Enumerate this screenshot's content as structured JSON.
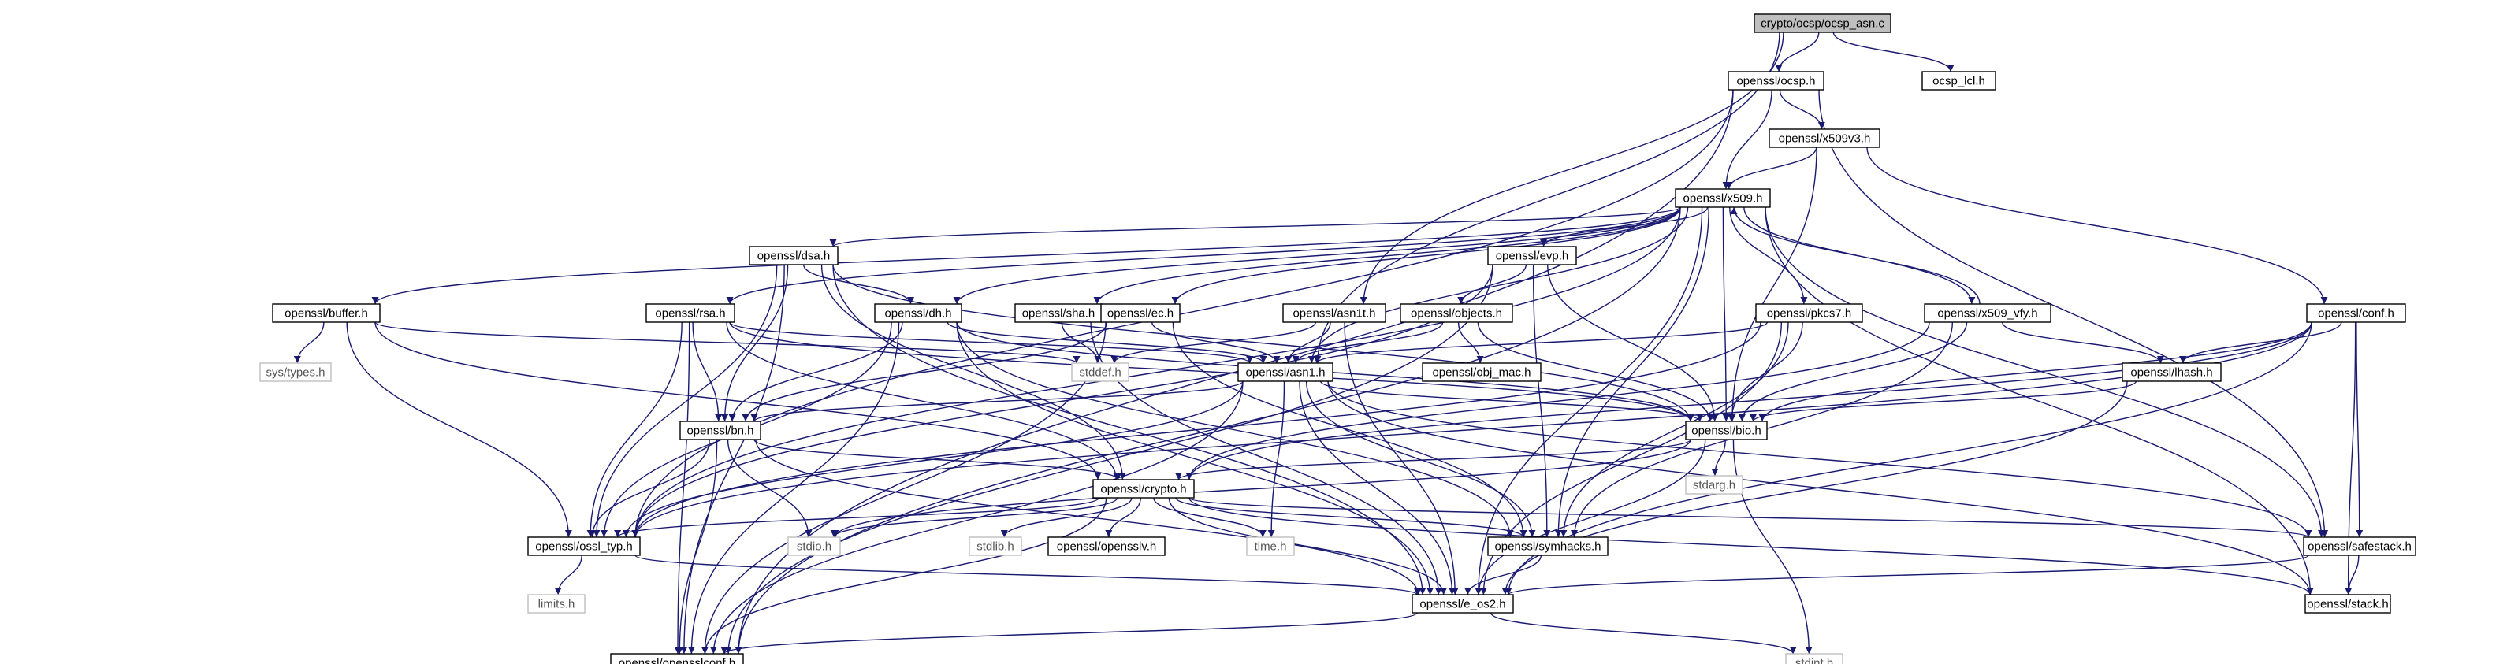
{
  "diagram": {
    "type": "include-dependency-graph",
    "colors": {
      "edge": "#191970",
      "root_fill": "#bfbfbf",
      "node_border": "#000000",
      "external_border": "#bfbfbf",
      "text": "#000000",
      "external_text": "#555555"
    },
    "nodes": [
      {
        "id": "root",
        "label": "crypto/ocsp/ocsp_asn.c",
        "kind": "root"
      },
      {
        "id": "ocsp",
        "label": "openssl/ocsp.h",
        "kind": "header"
      },
      {
        "id": "ocsp_lcl",
        "label": "ocsp_lcl.h",
        "kind": "header"
      },
      {
        "id": "x509v3",
        "label": "openssl/x509v3.h",
        "kind": "header"
      },
      {
        "id": "x509",
        "label": "openssl/x509.h",
        "kind": "header"
      },
      {
        "id": "dsa",
        "label": "openssl/dsa.h",
        "kind": "header"
      },
      {
        "id": "evp",
        "label": "openssl/evp.h",
        "kind": "header"
      },
      {
        "id": "buffer",
        "label": "openssl/buffer.h",
        "kind": "header"
      },
      {
        "id": "rsa",
        "label": "openssl/rsa.h",
        "kind": "header"
      },
      {
        "id": "dh",
        "label": "openssl/dh.h",
        "kind": "header"
      },
      {
        "id": "sha",
        "label": "openssl/sha.h",
        "kind": "header"
      },
      {
        "id": "ec",
        "label": "openssl/ec.h",
        "kind": "header"
      },
      {
        "id": "asn1t",
        "label": "openssl/asn1t.h",
        "kind": "header"
      },
      {
        "id": "objects",
        "label": "openssl/objects.h",
        "kind": "header"
      },
      {
        "id": "pkcs7",
        "label": "openssl/pkcs7.h",
        "kind": "header"
      },
      {
        "id": "x509_vfy",
        "label": "openssl/x509_vfy.h",
        "kind": "header"
      },
      {
        "id": "conf",
        "label": "openssl/conf.h",
        "kind": "header"
      },
      {
        "id": "systypes",
        "label": "sys/types.h",
        "kind": "external"
      },
      {
        "id": "stddef",
        "label": "stddef.h",
        "kind": "external"
      },
      {
        "id": "asn1",
        "label": "openssl/asn1.h",
        "kind": "header"
      },
      {
        "id": "obj_mac",
        "label": "openssl/obj_mac.h",
        "kind": "header"
      },
      {
        "id": "lhash",
        "label": "openssl/lhash.h",
        "kind": "header"
      },
      {
        "id": "bn",
        "label": "openssl/bn.h",
        "kind": "header"
      },
      {
        "id": "bio",
        "label": "openssl/bio.h",
        "kind": "header"
      },
      {
        "id": "stdarg",
        "label": "stdarg.h",
        "kind": "external"
      },
      {
        "id": "crypto",
        "label": "openssl/crypto.h",
        "kind": "header"
      },
      {
        "id": "ossl_typ",
        "label": "openssl/ossl_typ.h",
        "kind": "header"
      },
      {
        "id": "stdio",
        "label": "stdio.h",
        "kind": "external"
      },
      {
        "id": "stdlib",
        "label": "stdlib.h",
        "kind": "external"
      },
      {
        "id": "opensslv",
        "label": "openssl/opensslv.h",
        "kind": "header"
      },
      {
        "id": "time",
        "label": "time.h",
        "kind": "external"
      },
      {
        "id": "symhacks",
        "label": "openssl/symhacks.h",
        "kind": "header"
      },
      {
        "id": "safestack",
        "label": "openssl/safestack.h",
        "kind": "header"
      },
      {
        "id": "limits",
        "label": "limits.h",
        "kind": "external"
      },
      {
        "id": "e_os2",
        "label": "openssl/e_os2.h",
        "kind": "header"
      },
      {
        "id": "stack",
        "label": "openssl/stack.h",
        "kind": "header"
      },
      {
        "id": "opensslconf",
        "label": "openssl/opensslconf.h",
        "kind": "header"
      },
      {
        "id": "stdint",
        "label": "stdint.h",
        "kind": "external"
      }
    ],
    "edges": [
      [
        "root",
        "ocsp"
      ],
      [
        "root",
        "ocsp_lcl"
      ],
      [
        "root",
        "asn1"
      ],
      [
        "root",
        "asn1t"
      ],
      [
        "ocsp",
        "x509"
      ],
      [
        "ocsp",
        "x509v3"
      ],
      [
        "ocsp",
        "safestack"
      ],
      [
        "ocsp",
        "ossl_typ"
      ],
      [
        "ocsp",
        "opensslconf"
      ],
      [
        "x509v3",
        "x509"
      ],
      [
        "x509v3",
        "bio"
      ],
      [
        "x509v3",
        "conf"
      ],
      [
        "x509",
        "dsa"
      ],
      [
        "x509",
        "evp"
      ],
      [
        "x509",
        "buffer"
      ],
      [
        "x509",
        "rsa"
      ],
      [
        "x509",
        "dh"
      ],
      [
        "x509",
        "sha"
      ],
      [
        "x509",
        "ec"
      ],
      [
        "x509",
        "asn1"
      ],
      [
        "x509",
        "bio"
      ],
      [
        "x509",
        "pkcs7"
      ],
      [
        "x509",
        "x509_vfy"
      ],
      [
        "x509",
        "safestack"
      ],
      [
        "x509",
        "stack"
      ],
      [
        "x509",
        "e_os2"
      ],
      [
        "x509",
        "symhacks"
      ],
      [
        "x509",
        "ossl_typ"
      ],
      [
        "x509",
        "opensslconf"
      ],
      [
        "dsa",
        "bio"
      ],
      [
        "dsa",
        "crypto"
      ],
      [
        "dsa",
        "ossl_typ"
      ],
      [
        "dsa",
        "opensslconf"
      ],
      [
        "dsa",
        "bn"
      ],
      [
        "dsa",
        "dh"
      ],
      [
        "dsa",
        "e_os2"
      ],
      [
        "evp",
        "objects"
      ],
      [
        "evp",
        "bio"
      ],
      [
        "evp",
        "symhacks"
      ],
      [
        "evp",
        "ossl_typ"
      ],
      [
        "evp",
        "opensslconf"
      ],
      [
        "buffer",
        "systypes"
      ],
      [
        "buffer",
        "stddef"
      ],
      [
        "buffer",
        "ossl_typ"
      ],
      [
        "buffer",
        "crypto"
      ],
      [
        "rsa",
        "asn1"
      ],
      [
        "rsa",
        "bio"
      ],
      [
        "rsa",
        "crypto"
      ],
      [
        "rsa",
        "ossl_typ"
      ],
      [
        "rsa",
        "opensslconf"
      ],
      [
        "rsa",
        "bn"
      ],
      [
        "dh",
        "asn1"
      ],
      [
        "dh",
        "bio"
      ],
      [
        "dh",
        "ossl_typ"
      ],
      [
        "dh",
        "opensslconf"
      ],
      [
        "dh",
        "bn"
      ],
      [
        "dh",
        "e_os2"
      ],
      [
        "dh",
        "symhacks"
      ],
      [
        "sha",
        "stddef"
      ],
      [
        "sha",
        "e_os2"
      ],
      [
        "ec",
        "asn1"
      ],
      [
        "ec",
        "bn"
      ],
      [
        "ec",
        "symhacks"
      ],
      [
        "ec",
        "opensslconf"
      ],
      [
        "asn1t",
        "stddef"
      ],
      [
        "asn1t",
        "asn1"
      ],
      [
        "asn1t",
        "e_os2"
      ],
      [
        "objects",
        "obj_mac"
      ],
      [
        "objects",
        "bio"
      ],
      [
        "objects",
        "asn1"
      ],
      [
        "pkcs7",
        "asn1"
      ],
      [
        "pkcs7",
        "bio"
      ],
      [
        "pkcs7",
        "e_os2"
      ],
      [
        "pkcs7",
        "symhacks"
      ],
      [
        "pkcs7",
        "ossl_typ"
      ],
      [
        "x509_vfy",
        "x509"
      ],
      [
        "x509_vfy",
        "lhash"
      ],
      [
        "x509_vfy",
        "bio"
      ],
      [
        "x509_vfy",
        "crypto"
      ],
      [
        "x509_vfy",
        "symhacks"
      ],
      [
        "conf",
        "bio"
      ],
      [
        "conf",
        "lhash"
      ],
      [
        "conf",
        "stack"
      ],
      [
        "conf",
        "safestack"
      ],
      [
        "conf",
        "e_os2"
      ],
      [
        "conf",
        "ossl_typ"
      ],
      [
        "conf",
        "crypto"
      ],
      [
        "asn1",
        "time"
      ],
      [
        "asn1",
        "e_os2"
      ],
      [
        "asn1",
        "opensslconf"
      ],
      [
        "asn1",
        "bio"
      ],
      [
        "asn1",
        "stack"
      ],
      [
        "asn1",
        "safestack"
      ],
      [
        "asn1",
        "ossl_typ"
      ],
      [
        "asn1",
        "symhacks"
      ],
      [
        "asn1",
        "bn"
      ],
      [
        "lhash",
        "e_os2"
      ],
      [
        "lhash",
        "bio"
      ],
      [
        "bn",
        "e_os2"
      ],
      [
        "bn",
        "stdio"
      ],
      [
        "bn",
        "ossl_typ"
      ],
      [
        "bn",
        "crypto"
      ],
      [
        "bn",
        "opensslconf"
      ],
      [
        "bio",
        "e_os2"
      ],
      [
        "bio",
        "stdio"
      ],
      [
        "bio",
        "stdarg"
      ],
      [
        "bio",
        "crypto"
      ],
      [
        "bio",
        "stdint"
      ],
      [
        "crypto",
        "stdlib"
      ],
      [
        "crypto",
        "e_os2"
      ],
      [
        "crypto",
        "stdio"
      ],
      [
        "crypto",
        "stack"
      ],
      [
        "crypto",
        "safestack"
      ],
      [
        "crypto",
        "opensslv"
      ],
      [
        "crypto",
        "ossl_typ"
      ],
      [
        "crypto",
        "opensslconf"
      ],
      [
        "crypto",
        "symhacks"
      ],
      [
        "crypto",
        "time"
      ],
      [
        "ossl_typ",
        "e_os2"
      ],
      [
        "ossl_typ",
        "limits"
      ],
      [
        "symhacks",
        "e_os2"
      ],
      [
        "safestack",
        "stack"
      ],
      [
        "safestack",
        "e_os2"
      ],
      [
        "e_os2",
        "opensslconf"
      ],
      [
        "e_os2",
        "stdint"
      ]
    ]
  }
}
